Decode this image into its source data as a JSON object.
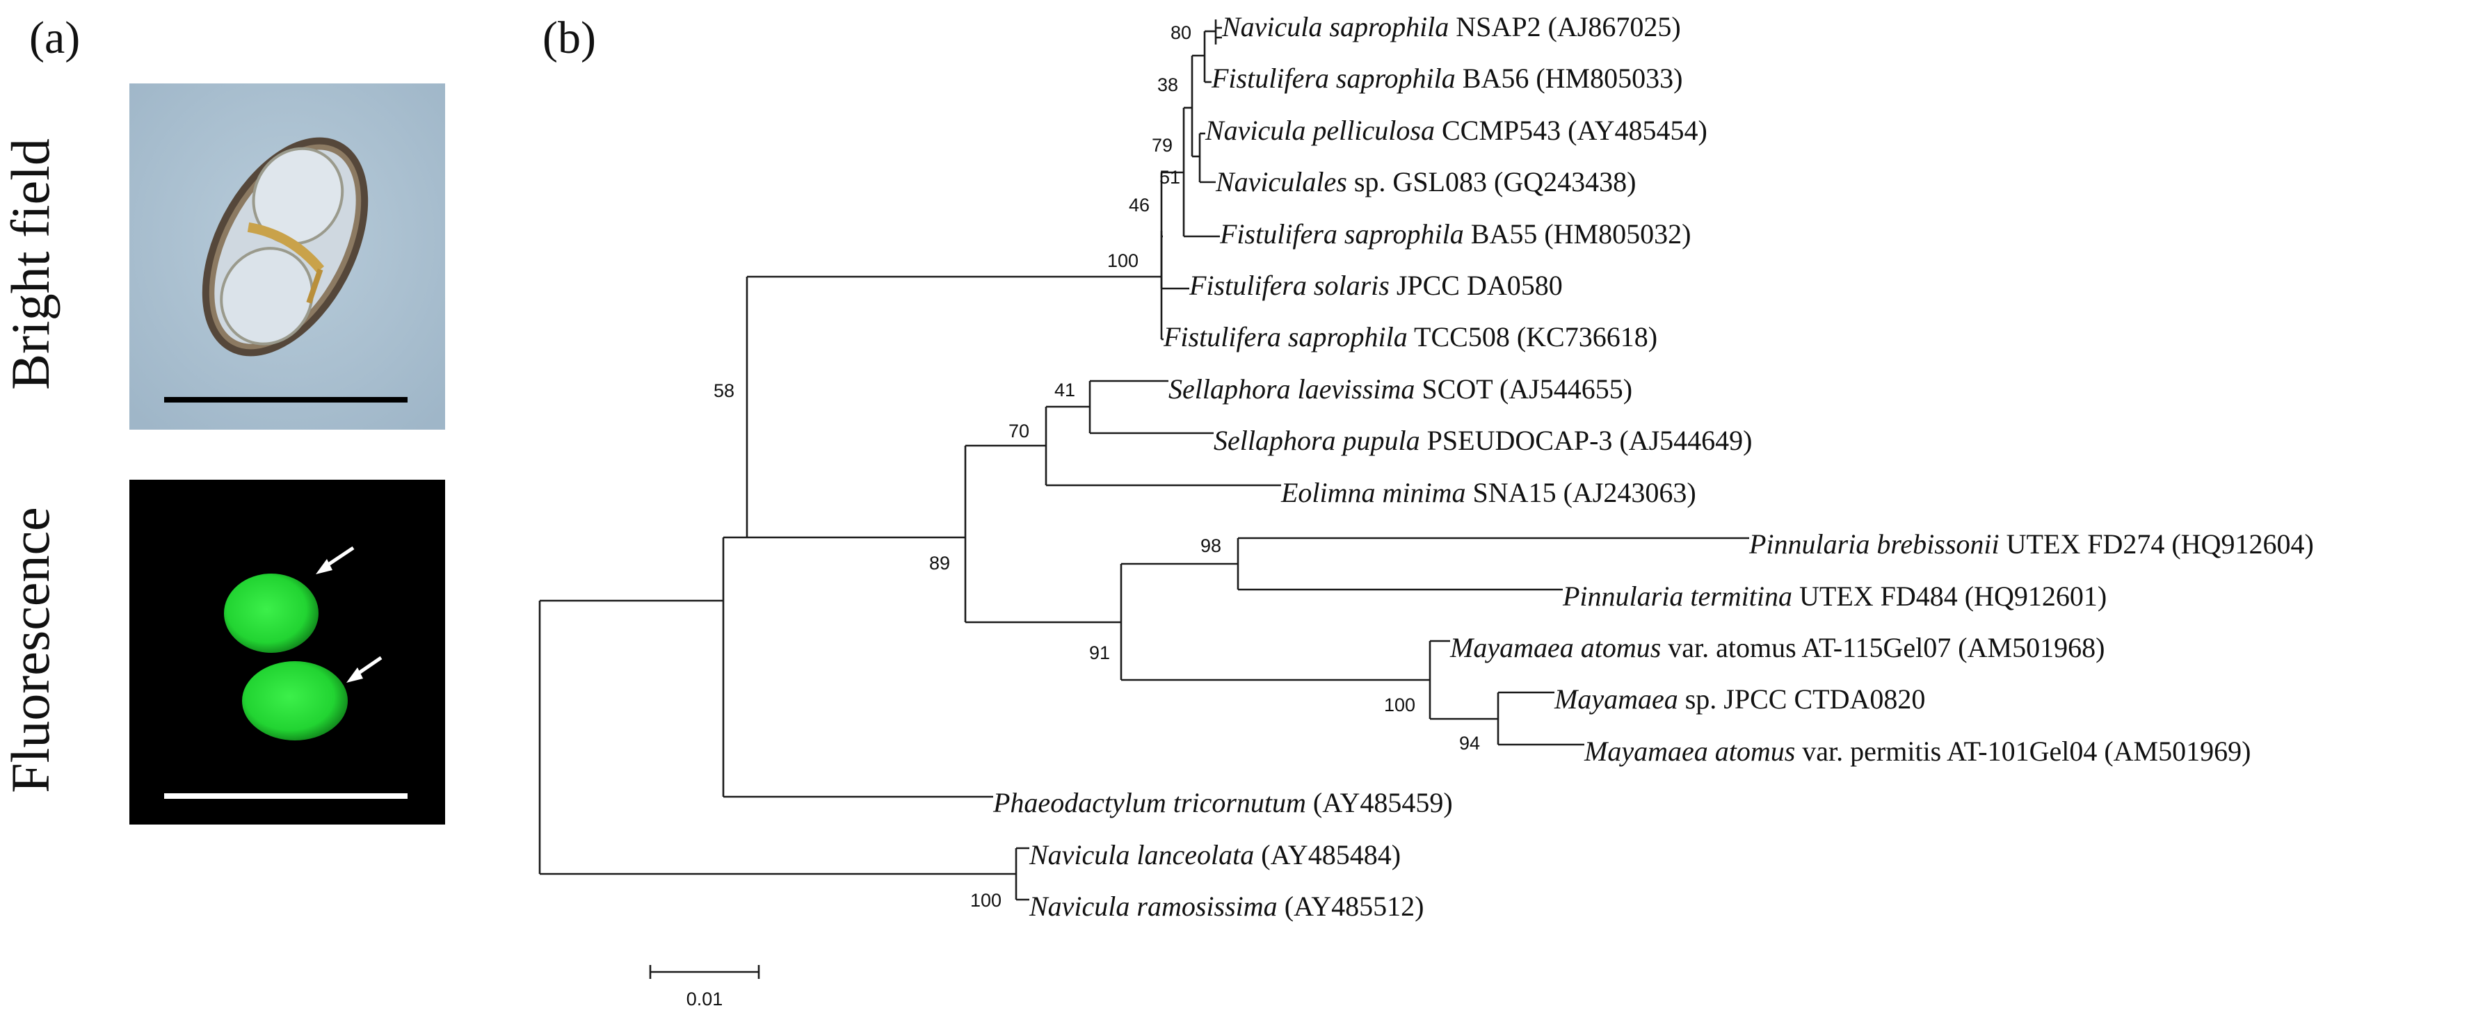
{
  "panel_a": {
    "label": "(a)",
    "bright_field_label": "Bright field",
    "fluorescence_label": "Fluorescence",
    "colors": {
      "bright_background": "#a9bfd0",
      "fluorescence_background": "#000000",
      "fluorescence_cell": "#22d432",
      "bright_scale_bar": "#000000",
      "fluorescence_scale_bar": "#ffffff"
    }
  },
  "panel_b": {
    "label": "(b)",
    "scale_bar_label": "0.01",
    "leaves": [
      {
        "id": "L1",
        "italic": "Navicula saprophila",
        "rest": " NSAP2 (AJ867025)"
      },
      {
        "id": "L2",
        "italic": "Fistulifera saprophila",
        "rest": " BA56 (HM805033)"
      },
      {
        "id": "L3",
        "italic": "Navicula pelliculosa",
        "rest": " CCMP543 (AY485454)"
      },
      {
        "id": "L4",
        "italic": "Naviculales",
        "rest": " sp. GSL083 (GQ243438)"
      },
      {
        "id": "L5",
        "italic": "Fistulifera saprophila",
        "rest": " BA55 (HM805032)"
      },
      {
        "id": "L6",
        "italic": "Fistulifera solaris",
        "rest": " JPCC DA0580"
      },
      {
        "id": "L7",
        "italic": "Fistulifera saprophila",
        "rest": " TCC508 (KC736618)"
      },
      {
        "id": "L8",
        "italic": "Sellaphora laevissima",
        "rest": " SCOT (AJ544655)"
      },
      {
        "id": "L9",
        "italic": "Sellaphora pupula",
        "rest": " PSEUDOCAP-3 (AJ544649)"
      },
      {
        "id": "L10",
        "italic": "Eolimna minima",
        "rest": " SNA15 (AJ243063)"
      },
      {
        "id": "L11",
        "italic": "Pinnularia brebissonii",
        "rest": " UTEX FD274 (HQ912604)"
      },
      {
        "id": "L12",
        "italic": "Pinnularia termitina",
        "rest": " UTEX FD484 (HQ912601)"
      },
      {
        "id": "L13",
        "italic": "Mayamaea atomus",
        "rest": " var. atomus AT-115Gel07 (AM501968)"
      },
      {
        "id": "L14",
        "italic": "Mayamaea",
        "rest": " sp. JPCC CTDA0820"
      },
      {
        "id": "L15",
        "italic": "Mayamaea atomus",
        "rest": " var. permitis AT-101Gel04 (AM501969)"
      },
      {
        "id": "L16",
        "italic": "Phaeodactylum tricornutum",
        "rest": " (AY485459)"
      },
      {
        "id": "L17",
        "italic": "Navicula lanceolata",
        "rest": " (AY485484)"
      },
      {
        "id": "L18",
        "italic": "Navicula ramosissima",
        "rest": " (AY485512)"
      }
    ],
    "bootstrap": [
      {
        "id": "B80",
        "value": "80"
      },
      {
        "id": "B38",
        "value": "38"
      },
      {
        "id": "B79",
        "value": "79"
      },
      {
        "id": "B51",
        "value": "51"
      },
      {
        "id": "B46",
        "value": "46"
      },
      {
        "id": "B100a",
        "value": "100"
      },
      {
        "id": "B58",
        "value": "58"
      },
      {
        "id": "B41",
        "value": "41"
      },
      {
        "id": "B70",
        "value": "70"
      },
      {
        "id": "B89",
        "value": "89"
      },
      {
        "id": "B98",
        "value": "98"
      },
      {
        "id": "B91",
        "value": "91"
      },
      {
        "id": "B100b",
        "value": "100"
      },
      {
        "id": "B94",
        "value": "94"
      },
      {
        "id": "B100c",
        "value": "100"
      }
    ]
  }
}
